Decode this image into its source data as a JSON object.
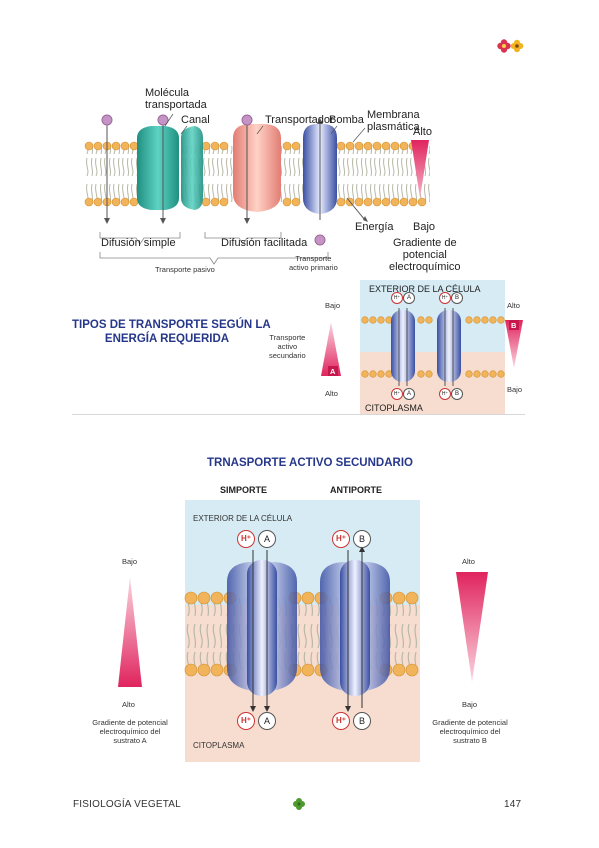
{
  "header": {
    "flowers_icon": "flowers-icon"
  },
  "figure1": {
    "labels": {
      "molecule": "Molécula\ntransportada",
      "channel": "Canal",
      "transporter": "Transportador",
      "pump": "Bomba",
      "membrane": "Membrana\nplasmática",
      "high": "Alto",
      "low": "Bajo",
      "energy": "Energía",
      "gradient": "Gradiente de\npotencial\nelectroquímico",
      "simple_diffusion": "Difusión simple",
      "facilitated_diffusion": "Difusión facilitada",
      "passive_transport": "Transporte pasivo",
      "primary_active": "Transporte\nactivo primario"
    }
  },
  "section_title": "TIPOS DE TRANSPORTE SEGÚN LA\nENERGÍA REQUERIDA",
  "figure2": {
    "secondary_active": "Transporte\nactivo\nsecundario",
    "low": "Bajo",
    "high": "Alto",
    "exterior": "EXTERIOR DE LA CÉLULA",
    "cytoplasm": "CITOPLASMA",
    "high_right": "Alto",
    "low_right": "Bajo",
    "marker_a": "A",
    "marker_b": "B",
    "ion_h": "H⁺",
    "sub_a": "A",
    "sub_b": "B"
  },
  "figure3": {
    "title": "TRNASPORTE ACTIVO SECUNDARIO",
    "symport": "SIMPORTE",
    "antiport": "ANTIPORTE",
    "exterior": "EXTERIOR DE LA CÉLULA",
    "cytoplasm": "CITOPLASMA",
    "left_low": "Bajo",
    "left_high": "Alto",
    "right_high": "Alto",
    "right_low": "Bajo",
    "left_gradient": "Gradiente de potencial\nelectroquímico del\nsustrato A",
    "right_gradient": "Gradiente de potencial\nelectroquímico del\nsustrato B",
    "ion_h": "H⁺",
    "sub_a": "A",
    "sub_b": "B"
  },
  "footer": {
    "left": "FISIOLOGÍA VEGETAL",
    "page": "147",
    "clover_icon": "clover-icon"
  },
  "colors": {
    "title_blue": "#26378a",
    "pink_arrow": "#e0245e",
    "exterior_bg": "#d6ebf4",
    "cytoplasm_bg": "#f7ddd0",
    "head_orange": "#f2b45a",
    "teal_channel": "#2fb5a4",
    "transporter_pink": "#f0a39a",
    "pump_blue": "#4b62b3"
  }
}
